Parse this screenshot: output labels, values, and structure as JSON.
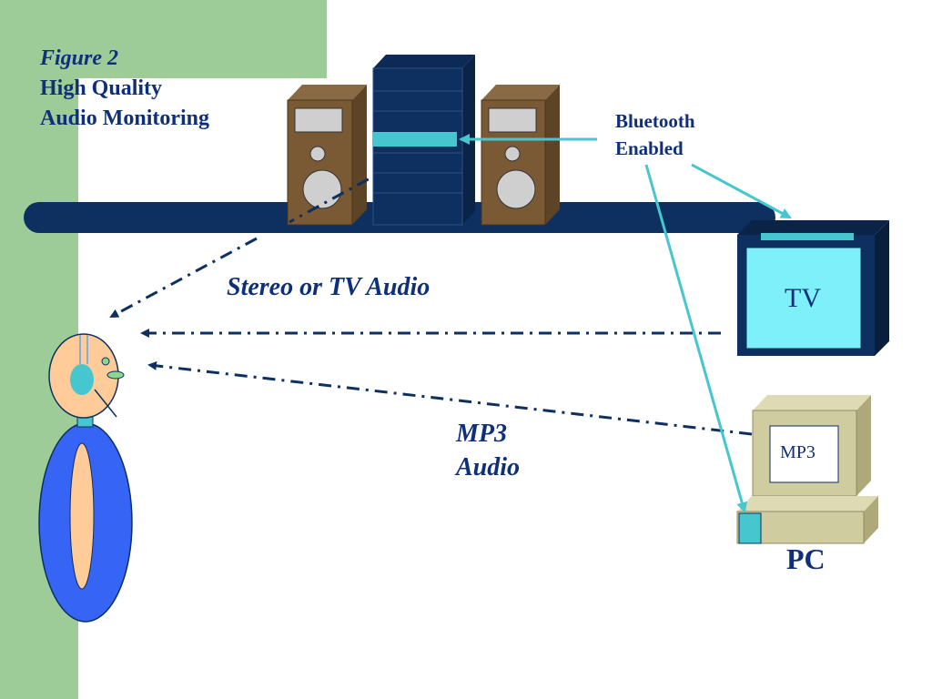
{
  "title": {
    "figure": "Figure 2",
    "line1": "High Quality",
    "line2": "Audio Monitoring"
  },
  "labels": {
    "bluetooth_line1": "Bluetooth",
    "bluetooth_line2": "Enabled",
    "stereo_tv_audio": "Stereo or TV Audio",
    "mp3_line1": "MP3",
    "mp3_line2": "Audio",
    "tv": "TV",
    "mp3_screen": "MP3",
    "pc": "PC"
  },
  "colors": {
    "navy": "#0d3060",
    "cyan": "#46c6cf",
    "brown": "#7a5a35",
    "green": "#9dcc98",
    "body_blue": "#3665f5",
    "skin": "#ffcc99",
    "pc_beige": "#cfcca0"
  },
  "icons": [
    "speaker-icon",
    "stereo-tower-icon",
    "tv-icon",
    "pc-icon",
    "person-headset-icon"
  ]
}
